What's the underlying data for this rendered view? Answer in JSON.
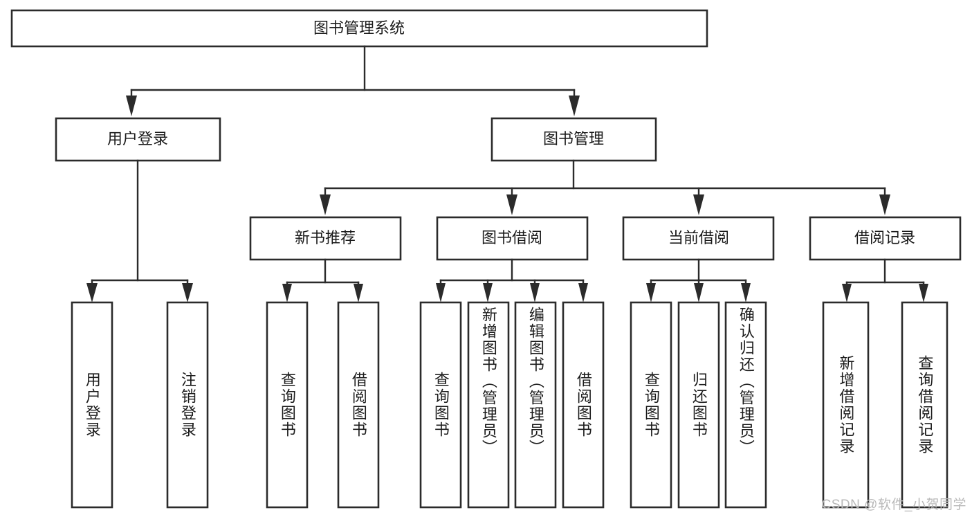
{
  "diagram": {
    "title": "图书管理系统",
    "type": "tree-hierarchy",
    "watermark": "CSDN @软件_小贺同学",
    "colors": {
      "stroke": "#2b2b2b",
      "fill": "#ffffff",
      "text": "#1b1b1b",
      "watermark": "#b9b9b9"
    },
    "levels": {
      "root": {
        "label": "图书管理系统"
      },
      "level2": [
        {
          "label": "用户登录"
        },
        {
          "label": "图书管理"
        }
      ],
      "level3": [
        {
          "label": "新书推荐"
        },
        {
          "label": "图书借阅"
        },
        {
          "label": "当前借阅"
        },
        {
          "label": "借阅记录"
        }
      ],
      "leaves": {
        "user_login": [
          {
            "label": "用户登录"
          },
          {
            "label": "注销登录"
          }
        ],
        "new_book_recommend": [
          {
            "label": "查询图书"
          },
          {
            "label": "借阅图书"
          }
        ],
        "book_borrow": [
          {
            "label": "查询图书"
          },
          {
            "label": "新增图书（管理员）"
          },
          {
            "label": "编辑图书（管理员）"
          },
          {
            "label": "借阅图书"
          }
        ],
        "current_borrow": [
          {
            "label": "查询图书"
          },
          {
            "label": "归还图书"
          },
          {
            "label": "确认归还（管理员）"
          }
        ],
        "borrow_record": [
          {
            "label": "新增借阅记录"
          },
          {
            "label": "查询借阅记录"
          }
        ]
      }
    }
  }
}
